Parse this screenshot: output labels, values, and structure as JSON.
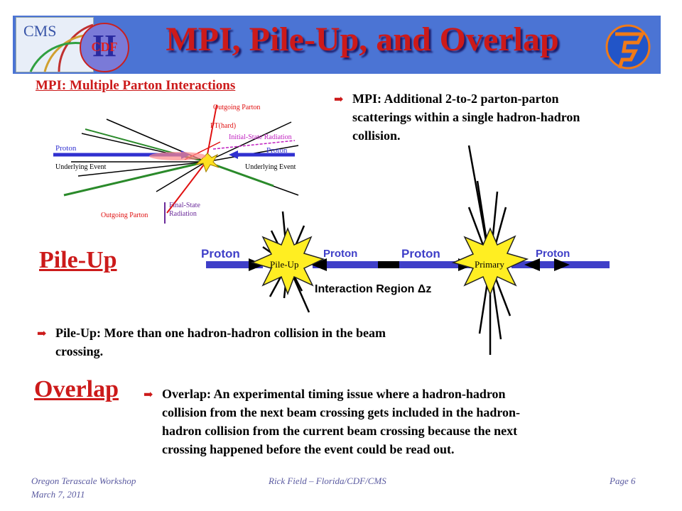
{
  "title": "MPI, Pile-Up, and Overlap",
  "logos": {
    "cms": "CMS",
    "cdf_roman": "II",
    "cdf": "CDF"
  },
  "mpi": {
    "heading": "MPI: Multiple Parton Interactions",
    "definition_lines": [
      "MPI: Additional 2-to-2 parton-parton",
      "scatterings within a single hadron-hadron",
      "collision."
    ],
    "diagram": {
      "outgoing_parton_top": "Outgoing Parton",
      "pt_hard": "PT(hard)",
      "isr": "Initial-State Radiation",
      "proton_left": "Proton",
      "proton_right": "Proton",
      "ue_left": "Underlying Event",
      "ue_right": "Underlying Event",
      "outgoing_parton_bottom": "Outgoing Parton",
      "fsr_line1": "Final-State",
      "fsr_line2": "Radiation"
    }
  },
  "pileup": {
    "heading": "Pile-Up",
    "definition_lines": [
      "Pile-Up: More than one hadron-hadron collision in the beam",
      "crossing."
    ],
    "diagram": {
      "proton1": "Proton",
      "proton2": "Proton",
      "proton3": "Proton",
      "proton4": "Proton",
      "star_pileup": "Pile-Up",
      "star_primary": "Primary",
      "interaction_region": "Interaction Region Δz"
    }
  },
  "overlap": {
    "heading": "Overlap",
    "definition_lines": [
      "Overlap: An experimental timing issue where a hadron-hadron",
      "collision from the next beam crossing gets included in the hadron-",
      "hadron collision from the current beam crossing because the next",
      "crossing happened before the event could be read out."
    ]
  },
  "footer": {
    "workshop": "Oregon Terascale Workshop",
    "date": "March 7, 2011",
    "author": "Rick Field – Florida/CDF/CMS",
    "page": "Page 6"
  },
  "colors": {
    "title_bar": "#4b74d4",
    "title_text": "#cc1a1a",
    "accent_red": "#cc1a1a",
    "beam_blue": "#3f3fc8",
    "star_yellow": "#ffee22"
  }
}
